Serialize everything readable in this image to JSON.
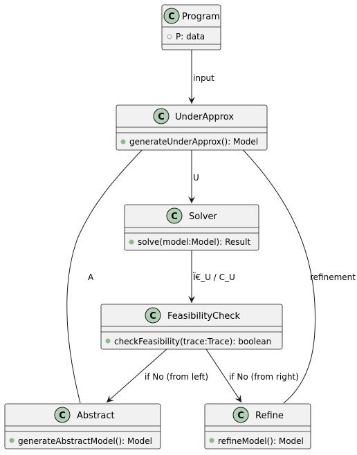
{
  "diagram": {
    "type": "uml-class-diagram",
    "colors": {
      "class_fill": "#f1f1f1",
      "class_border": "#181818",
      "stereotype_circle": "#add1b2",
      "public_marker": "#84be84",
      "edge": "#181818"
    },
    "classes": [
      {
        "id": "program",
        "stereotype": "C",
        "name": "Program",
        "members": [
          "P: data"
        ]
      },
      {
        "id": "underapprox",
        "stereotype": "C",
        "name": "UnderApprox",
        "members": [
          "generateUnderApprox(): Model"
        ]
      },
      {
        "id": "solver",
        "stereotype": "C",
        "name": "Solver",
        "members": [
          "solve(model:Model): Result"
        ]
      },
      {
        "id": "feasibilitycheck",
        "stereotype": "C",
        "name": "FeasibilityCheck",
        "members": [
          "checkFeasibility(trace:Trace): boolean"
        ]
      },
      {
        "id": "abstract",
        "stereotype": "C",
        "name": "Abstract",
        "members": [
          "generateAbstractModel(): Model"
        ]
      },
      {
        "id": "refine",
        "stereotype": "C",
        "name": "Refine",
        "members": [
          "refineModel(): Model"
        ]
      }
    ],
    "edges": [
      {
        "from": "program",
        "to": "underapprox",
        "label": "input"
      },
      {
        "from": "underapprox",
        "to": "solver",
        "label": "U"
      },
      {
        "from": "solver",
        "to": "feasibilitycheck",
        "label": "Ï€_U / C_U"
      },
      {
        "from": "feasibilitycheck",
        "to": "abstract",
        "label": "if No (from left)"
      },
      {
        "from": "feasibilitycheck",
        "to": "refine",
        "label": "if No (from right)"
      },
      {
        "from": "abstract",
        "to": "underapprox",
        "label": "A"
      },
      {
        "from": "refine",
        "to": "underapprox",
        "label": "refinement"
      }
    ]
  }
}
